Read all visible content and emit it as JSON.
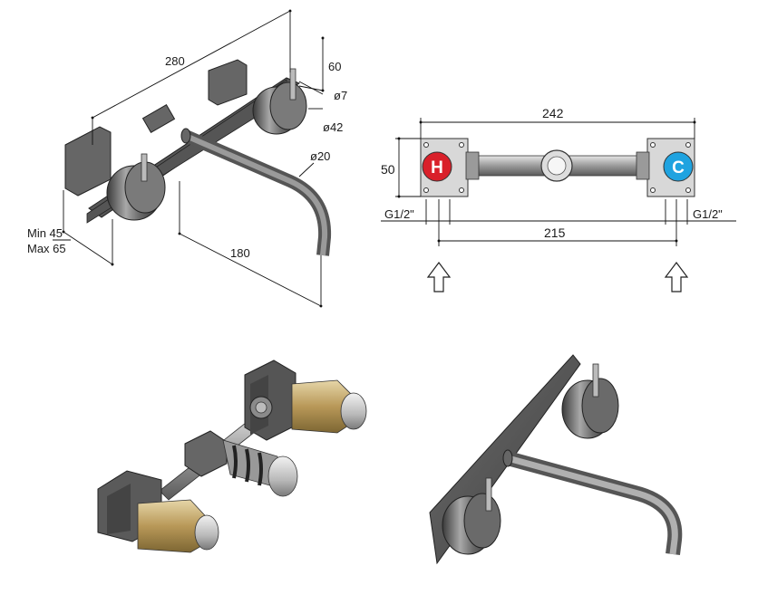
{
  "drawing_1": {
    "dim_length": "280",
    "dim_height": "60",
    "dim_lever_dia": "ø7",
    "dim_handle_dia": "ø42",
    "dim_spout_dia": "ø20",
    "dim_spout_reach": "180",
    "dim_depth_min": "Min 45",
    "dim_depth_max": "Max 65"
  },
  "drawing_2": {
    "dim_total_width": "242",
    "dim_body_height": "50",
    "dim_thread_left": "G1/2\"",
    "dim_thread_right": "G1/2\"",
    "dim_centers": "215",
    "hot_label": "H",
    "cold_label": "C"
  },
  "colors": {
    "hot": "#d9202a",
    "cold": "#1fa3e0",
    "steel_dark": "#4a4a4a",
    "steel_mid": "#8a8a8a",
    "steel_light": "#c9c9c9",
    "brass": "#c9a866"
  }
}
